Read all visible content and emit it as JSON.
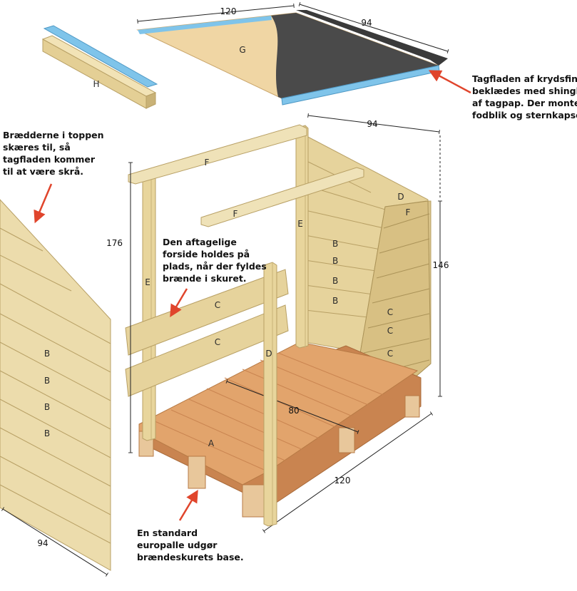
{
  "parts": {
    "A": "A",
    "B": "B",
    "C": "C",
    "D": "D",
    "E": "E",
    "F": "F",
    "G": "G",
    "H": "H"
  },
  "dimensions": {
    "roof_width": "120",
    "roof_depth": "94",
    "shed_depth_top": "94",
    "height_front": "176",
    "height_back": "146",
    "floor_inner": "80",
    "base_length": "120",
    "side_depth": "94"
  },
  "annotations": {
    "roof_note": [
      "Tagfladen af krydsfiner",
      "beklædes med shingles",
      "af tagpap. Der monteres",
      "fodblik og sternkapsel."
    ],
    "side_note": [
      "Brædderne i toppen",
      "skæres til, så",
      "tagfladen kommer",
      "til at være skrå."
    ],
    "front_note": [
      "Den aftagelige",
      "forside holdes på",
      "plads, når der fyldes",
      "brænde i skuret."
    ],
    "base_note": [
      "En standard",
      "europalle udgør",
      "brændeskurets base."
    ]
  },
  "colors": {
    "wood_light": "#ecdcac",
    "wood_mid": "#d9c38a",
    "wood_dark": "#b8a065",
    "pallet": "#e2a46c",
    "pallet_dark": "#c98450",
    "roofing": "#4a4a4a",
    "flashing": "#7fc4ea",
    "plywood": "#f0d6a4",
    "arrow": "#e0452c"
  }
}
